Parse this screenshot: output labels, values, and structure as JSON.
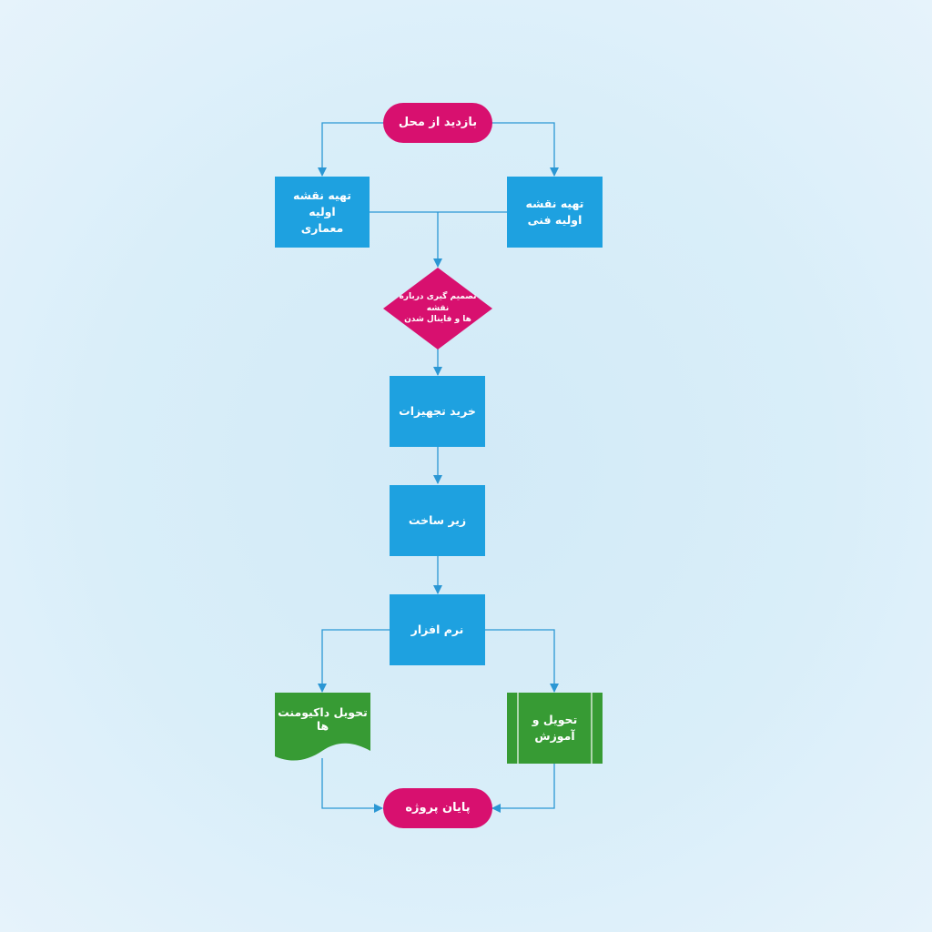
{
  "colors": {
    "terminator": "#d8106f",
    "process": "#1ea1e0",
    "output": "#379b34",
    "connector": "#2b97d4"
  },
  "nodes": {
    "start": "بازدید از محل",
    "arch_plan": "تهیه نقشه اولیه\nمعماری",
    "tech_plan": "تهیه نقشه اولیه فنی",
    "decision": "تصمیم گیری درباره نقشه\nها و فاینال شدن",
    "purchase": "خرید تجهیزات",
    "infrastructure": "زیر ساخت",
    "software": "نرم افزار",
    "documents": "تحویل داکیومنت ها",
    "training": "تحویل و\nآموزش",
    "end": "پایان پروژه"
  }
}
